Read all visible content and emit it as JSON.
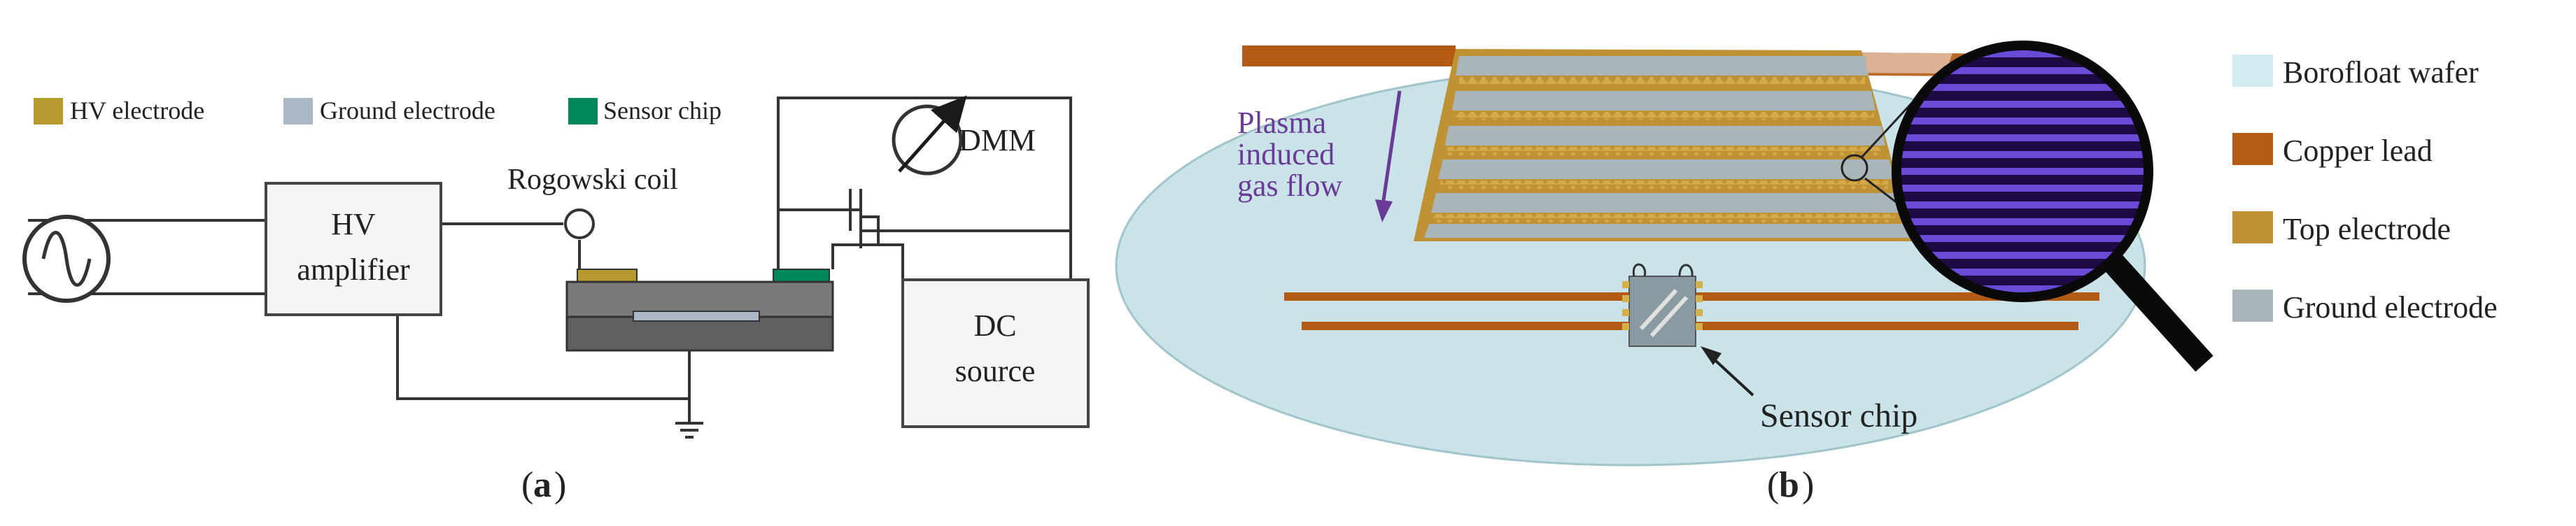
{
  "panel_a": {
    "caption": "a",
    "legend": [
      {
        "label": "HV electrode",
        "color": "#b79a2e"
      },
      {
        "label": "Ground electrode",
        "color": "#aab8c5"
      },
      {
        "label": "Sensor chip",
        "color": "#00885a"
      }
    ],
    "labels": {
      "hv_amplifier_line1": "HV",
      "hv_amplifier_line2": "amplifier",
      "rogowski_coil": "Rogowski coil",
      "dmm": "DMM",
      "dc_source_line1": "DC",
      "dc_source_line2": "source"
    }
  },
  "panel_b": {
    "caption": "b",
    "legend": [
      {
        "label": "Borofloat wafer",
        "color": "#d2ebf0"
      },
      {
        "label": "Copper lead",
        "color": "#b35a14"
      },
      {
        "label": "Top electrode",
        "color": "#bf9235"
      },
      {
        "label": "Ground electrode",
        "color": "#a9b5b8"
      }
    ],
    "labels": {
      "flow_line1": "Plasma",
      "flow_line2": "induced",
      "flow_line3": "gas flow",
      "sensor_chip": "Sensor chip"
    },
    "colors": {
      "wafer": "#c9e3e8",
      "wafer_edge": "#9fc4cc",
      "copper": "#b35a14",
      "top_electrode": "#bf9235",
      "ground_electrode": "#a9b5b8",
      "arrow": "#6a3a97",
      "magnifier_fill": "#3c1a78",
      "magnifier_handle": "#0a0a0a"
    }
  }
}
